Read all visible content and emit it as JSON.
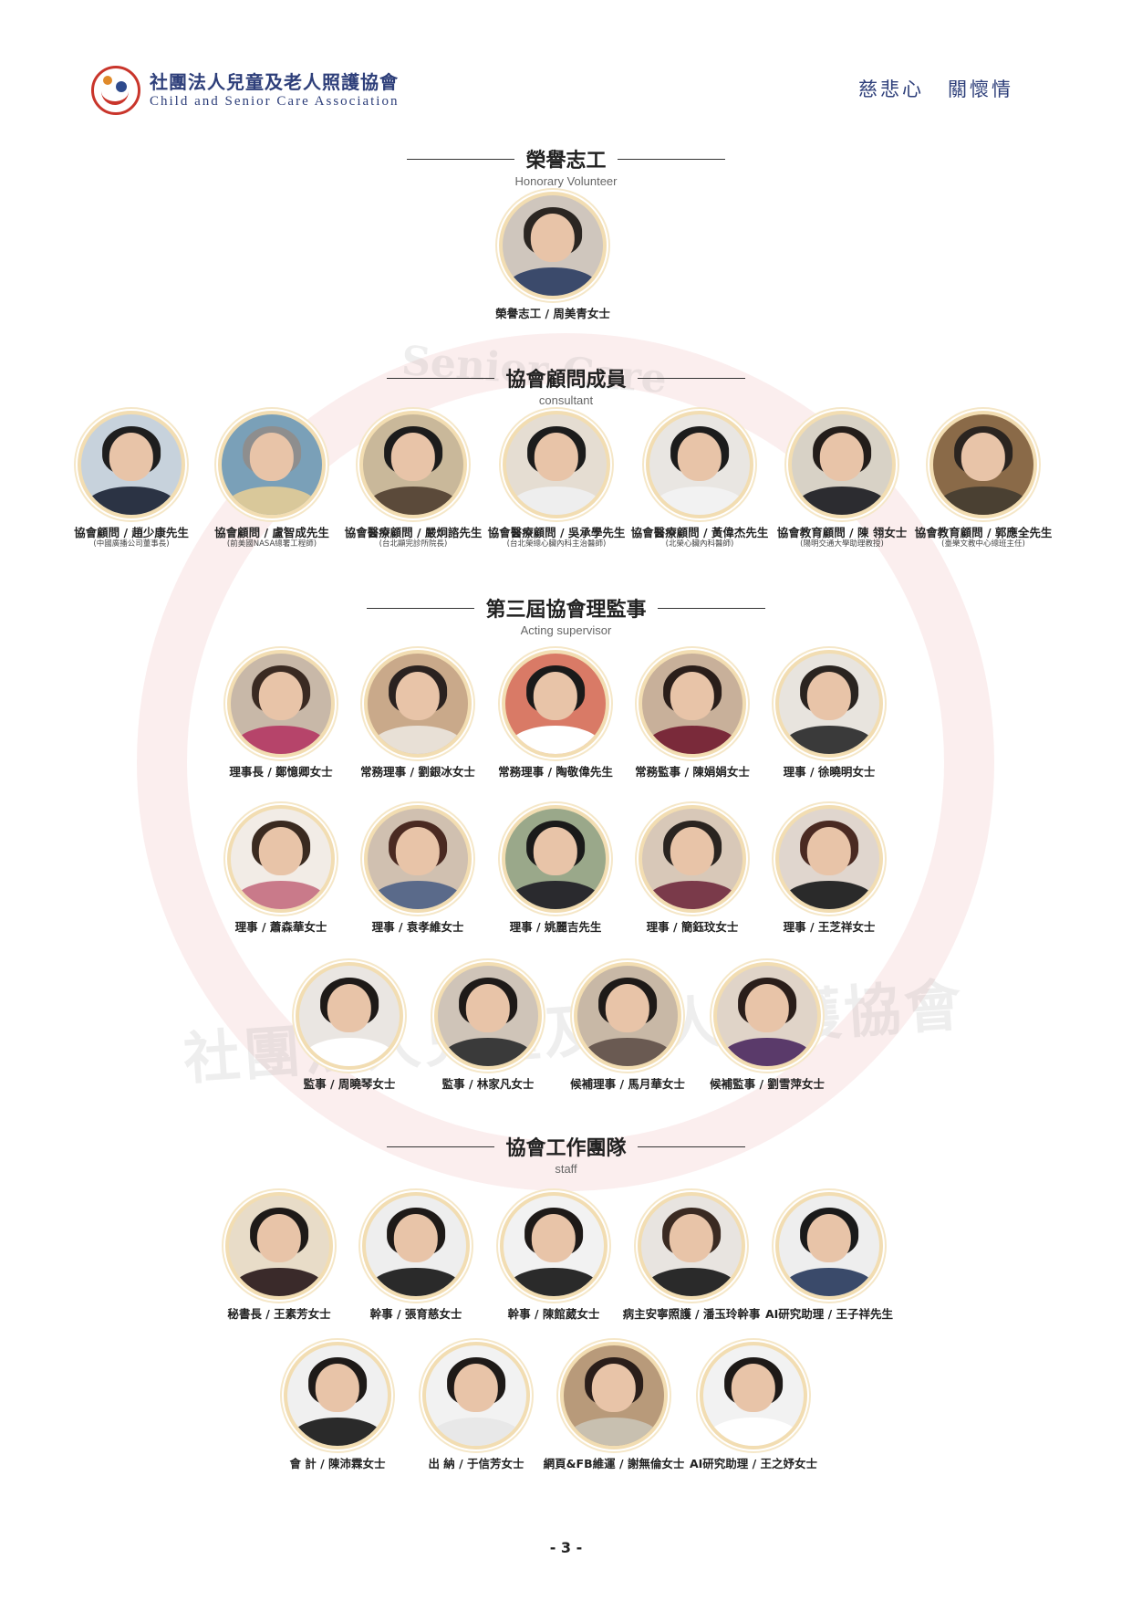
{
  "header": {
    "org_name_zh": "社團法人兒童及老人照護協會",
    "org_name_en": "Child and Senior Care Association",
    "slogan_left": "慈悲心",
    "slogan_right": "關懷情"
  },
  "watermark": {
    "text_arc": "社團法人兒童及老人照護協會",
    "text_en": "Senior Care"
  },
  "sections": {
    "honorary": {
      "title": "榮譽志工",
      "subtitle": "Honorary Volunteer"
    },
    "consultant": {
      "title": "協會顧問成員",
      "subtitle": "consultant"
    },
    "board": {
      "title": "第三屆協會理監事",
      "subtitle": "Acting supervisor"
    },
    "staff": {
      "title": "協會工作團隊",
      "subtitle": "staff"
    }
  },
  "honorary_members": [
    {
      "caption": "榮譽志工 / 周美青女士",
      "hair": "#2b2622",
      "clothes": "#3b4a6b",
      "bg": "#cfc6bd"
    }
  ],
  "consultants": [
    {
      "caption": "協會顧問 / 趙少康先生",
      "note": "(中國廣播公司董事長)",
      "hair": "#1e1e1e",
      "clothes": "#2b3344",
      "bg": "#c7d2dc"
    },
    {
      "caption": "協會顧問 / 盧智成先生",
      "note": "(前美國NASA總署工程師)",
      "hair": "#8e8e8e",
      "clothes": "#d9c89a",
      "bg": "#7aa0b8"
    },
    {
      "caption": "協會醫療顧問 / 嚴炯諮先生",
      "note": "(台北顯完診所院長)",
      "hair": "#1c1c1c",
      "clothes": "#5b4a3a",
      "bg": "#c9b89a"
    },
    {
      "caption": "協會醫療顧問 / 吳承學先生",
      "note": "(台北榮總心臟內科主治醫師)",
      "hair": "#1c1c1c",
      "clothes": "#eeeeee",
      "bg": "#e5ddd2"
    },
    {
      "caption": "協會醫療顧問 / 黃偉杰先生",
      "note": "(北榮心臟內科醫師)",
      "hair": "#1c1c1c",
      "clothes": "#f2f2f2",
      "bg": "#e9e6e2"
    },
    {
      "caption": "協會教育顧問 / 陳 翎女士",
      "note": "(陽明交通大學助理教授)",
      "hair": "#231d1a",
      "clothes": "#2c2c30",
      "bg": "#d8d2c6"
    },
    {
      "caption": "協會教育顧問 / 郭應全先生",
      "note": "(臺樂文教中心總班主任)",
      "hair": "#2a2420",
      "clothes": "#4a4032",
      "bg": "#8a6a48"
    }
  ],
  "board_members": [
    {
      "caption": "理事長 / 鄭憶卿女士",
      "hair": "#3a2a22",
      "clothes": "#b6446a",
      "bg": "#c8b8a8"
    },
    {
      "caption": "常務理事 / 劉銀冰女士",
      "hair": "#2a2220",
      "clothes": "#e8e0d6",
      "bg": "#c9a98a"
    },
    {
      "caption": "常務理事 / 陶敬偉先生",
      "hair": "#1a1a1a",
      "clothes": "#ffffff",
      "bg": "#d97a66"
    },
    {
      "caption": "常務監事 / 陳娟娟女士",
      "hair": "#2a1e1a",
      "clothes": "#7a2a3a",
      "bg": "#c8b09a"
    },
    {
      "caption": "理事 / 徐曉明女士",
      "hair": "#2a2420",
      "clothes": "#3a3a3a",
      "bg": "#e8e4de"
    },
    {
      "caption": "理事 / 蕭森華女士",
      "hair": "#3a2a20",
      "clothes": "#c97a8a",
      "bg": "#f2ece6"
    },
    {
      "caption": "理事 / 袁孝維女士",
      "hair": "#4a2a22",
      "clothes": "#5a6a8a",
      "bg": "#d0c0b0"
    },
    {
      "caption": "理事 / 姚麗吉先生",
      "hair": "#1a1a1a",
      "clothes": "#2a2a2e",
      "bg": "#9aa88a"
    },
    {
      "caption": "理事 / 簡鈺玟女士",
      "hair": "#2a2420",
      "clothes": "#7a3a4a",
      "bg": "#d8c8b8"
    },
    {
      "caption": "理事 / 王芝祥女士",
      "hair": "#4a2a22",
      "clothes": "#2a2a2a",
      "bg": "#e0d6ce"
    },
    {
      "caption": "監事 / 周曉琴女士",
      "hair": "#1e1a18",
      "clothes": "#ffffff",
      "bg": "#eae6e2"
    },
    {
      "caption": "監事 / 林家凡女士",
      "hair": "#1e1a18",
      "clothes": "#3a3a3a",
      "bg": "#cfc4b8"
    },
    {
      "caption": "候補理事 / 馬月華女士",
      "hair": "#1e1a18",
      "clothes": "#6a5a52",
      "bg": "#c8b8a6"
    },
    {
      "caption": "候補監事 / 劉雪萍女士",
      "hair": "#2a1e1a",
      "clothes": "#5a3a6a",
      "bg": "#e0d4c8"
    }
  ],
  "staff_members": [
    {
      "caption": "秘書長 / 王素芳女士",
      "hair": "#1e1a18",
      "clothes": "#3a2a2a",
      "bg": "#e8dcc8"
    },
    {
      "caption": "幹事 / 張育慈女士",
      "hair": "#1e1a18",
      "clothes": "#2a2a2a",
      "bg": "#eeeeee"
    },
    {
      "caption": "幹事 / 陳館葳女士",
      "hair": "#1e1a18",
      "clothes": "#2a2a2a",
      "bg": "#f2f2f2"
    },
    {
      "caption": "病主安寧照護 / 潘玉玲幹事",
      "hair": "#3a2a22",
      "clothes": "#2a2a2a",
      "bg": "#e8e4e0"
    },
    {
      "caption": "AI研究助理 / 王子祥先生",
      "hair": "#1a1a1a",
      "clothes": "#3a4a6a",
      "bg": "#eeeeee"
    },
    {
      "caption": "會 計 / 陳沛霖女士",
      "hair": "#1e1a18",
      "clothes": "#2a2a2a",
      "bg": "#f0f0f0"
    },
    {
      "caption": "出 納 / 于信芳女士",
      "hair": "#1e1a18",
      "clothes": "#e8e8e8",
      "bg": "#f2f2f2"
    },
    {
      "caption": "網頁&FB維運 / 謝無倫女士",
      "hair": "#2a1e1a",
      "clothes": "#c8c0b0",
      "bg": "#b89a7a"
    },
    {
      "caption": "AI研究助理 / 王之妤女士",
      "hair": "#1e1a18",
      "clothes": "#ffffff",
      "bg": "#f2f2f2"
    }
  ],
  "footer": {
    "page_number": "- 3 -"
  }
}
